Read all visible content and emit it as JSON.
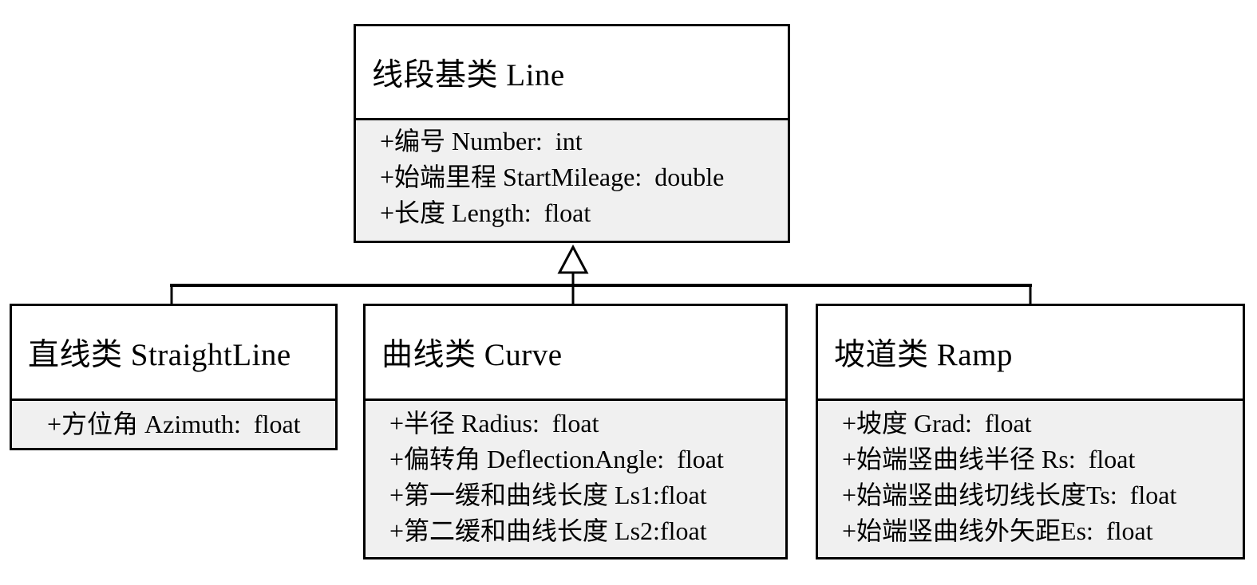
{
  "classes": {
    "line": {
      "title": "线段基类 Line",
      "attributes": [
        "+编号 Number:  int",
        "+始端里程 StartMileage:  double",
        "+长度 Length:  float"
      ]
    },
    "straight_line": {
      "title": "直线类 StraightLine",
      "attributes": [
        "+方位角 Azimuth:  float"
      ]
    },
    "curve": {
      "title": "曲线类 Curve",
      "attributes": [
        "+半径 Radius:  float",
        "+偏转角 DeflectionAngle:  float",
        "+第一缓和曲线长度 Ls1:float",
        "+第二缓和曲线长度 Ls2:float"
      ]
    },
    "ramp": {
      "title": "坡道类 Ramp",
      "attributes": [
        "+坡度 Grad:  float",
        "+始端竖曲线半径 Rs:  float",
        "+始端竖曲线切线长度Ts:  float",
        "+始端竖曲线外矢距Es:  float"
      ]
    }
  },
  "relationship": {
    "type": "inheritance",
    "parent": "线段基类 Line",
    "children": [
      "直线类 StraightLine",
      "曲线类 Curve",
      "坡道类 Ramp"
    ]
  },
  "colors": {
    "border": "#000000",
    "title_bg": "#ffffff",
    "attributes_bg": "#f0f0f0",
    "text": "#000000",
    "page_bg": "#ffffff"
  }
}
